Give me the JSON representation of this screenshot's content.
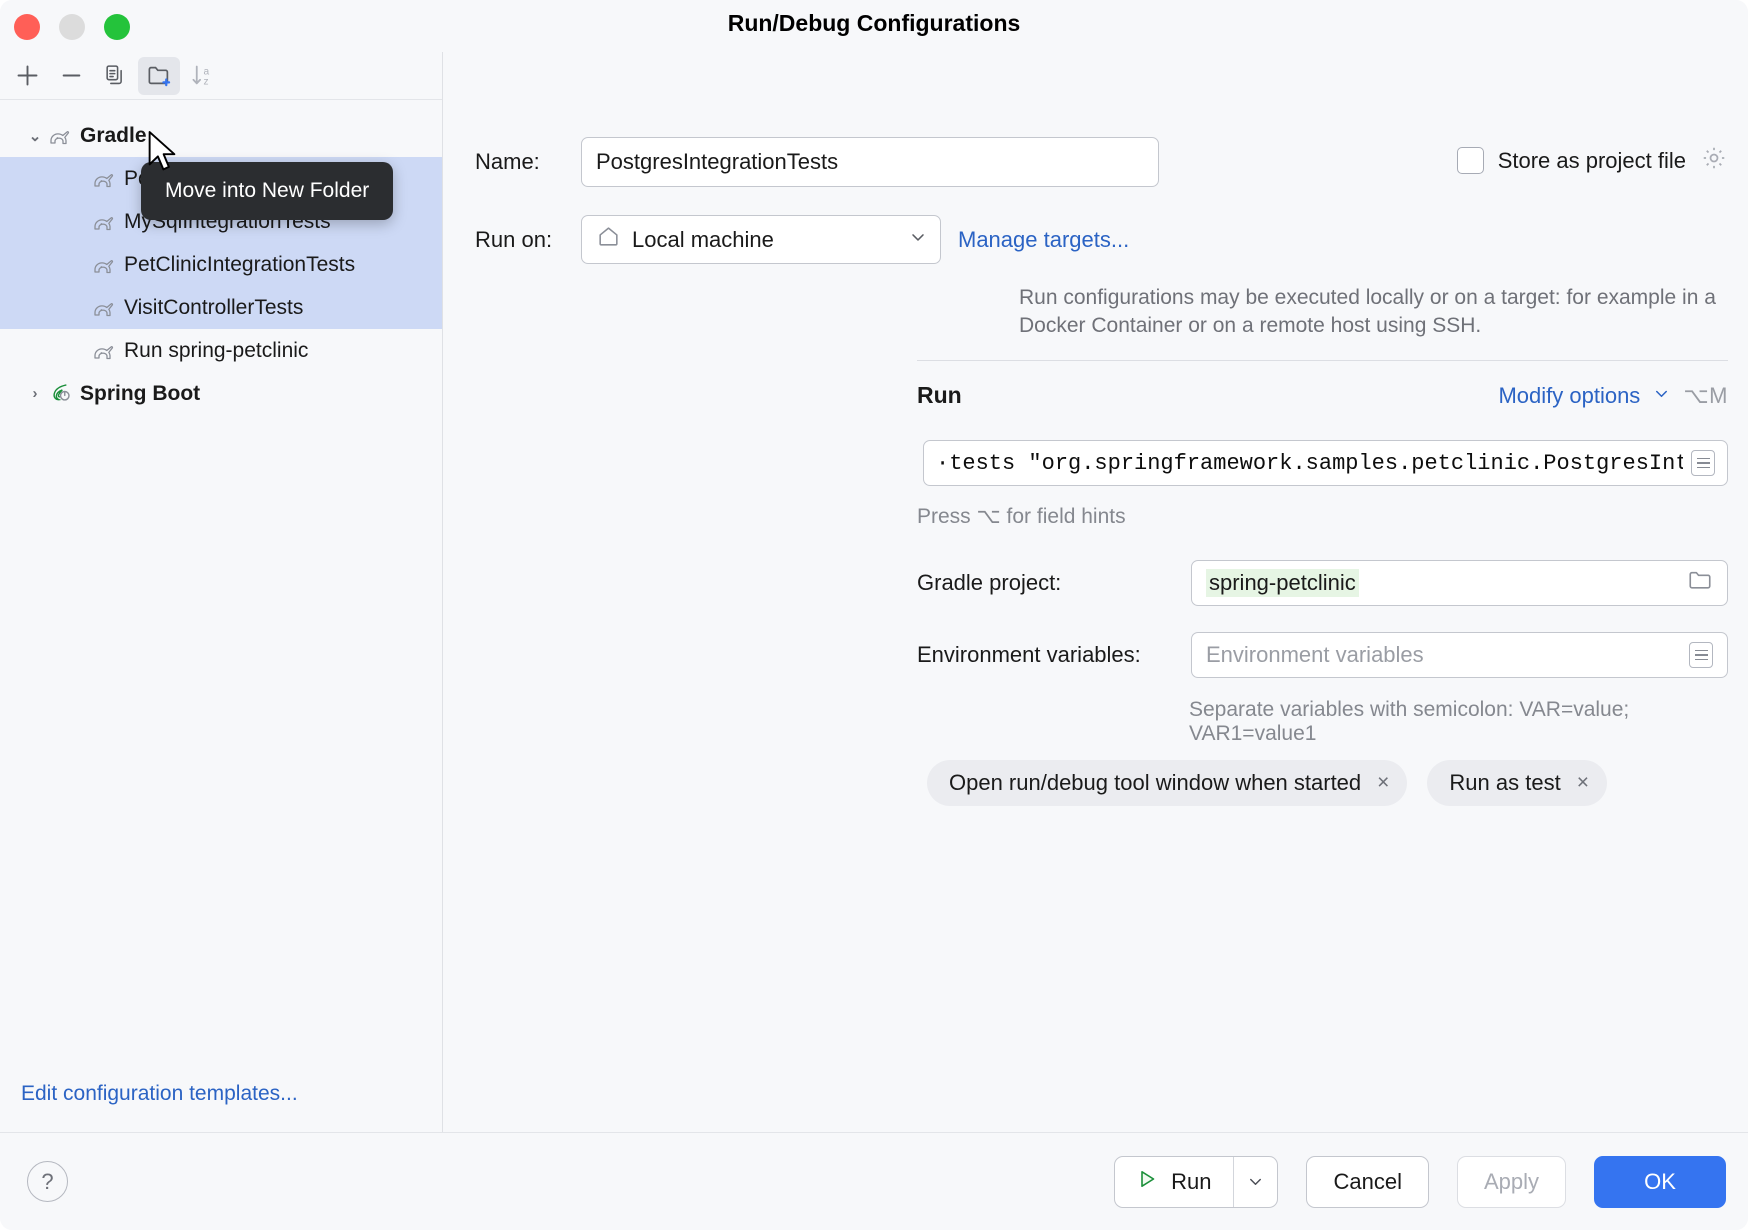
{
  "window": {
    "title": "Run/Debug Configurations",
    "traffic": [
      "close",
      "minimize",
      "maximize"
    ]
  },
  "toolbar": {
    "add_label": "+",
    "remove_label": "−",
    "copy_label": "copy-configuration",
    "folder_label": "move-into-new-folder",
    "sort_label": "sort-alphabetically"
  },
  "tooltip": {
    "text": "Move into New Folder"
  },
  "tree": {
    "nodes": [
      {
        "label": "Gradle",
        "type": "group",
        "expanded": true,
        "arrow": "⌄",
        "icon": "gradle-icon",
        "selected": false
      },
      {
        "label": "PostgresIntegrationTests",
        "type": "child",
        "icon": "gradle-icon",
        "selected": true
      },
      {
        "label": "MySqlIntegrationTests",
        "type": "child",
        "icon": "gradle-icon",
        "selected": true
      },
      {
        "label": "PetClinicIntegrationTests",
        "type": "child",
        "icon": "gradle-icon",
        "selected": true
      },
      {
        "label": "VisitControllerTests",
        "type": "child",
        "icon": "gradle-icon",
        "selected": true
      },
      {
        "label": "Run spring-petclinic",
        "type": "child",
        "icon": "gradle-icon",
        "selected": false
      },
      {
        "label": "Spring Boot",
        "type": "group",
        "expanded": false,
        "arrow": "›",
        "icon": "spring-boot-icon",
        "selected": false
      }
    ],
    "edit_templates": "Edit configuration templates..."
  },
  "form": {
    "name_label": "Name:",
    "name_value": "PostgresIntegrationTests",
    "store_as_project_file": "Store as project file",
    "store_checked": false,
    "run_on_label": "Run on:",
    "run_on_value": "Local machine",
    "manage_targets": "Manage targets...",
    "target_hint": "Run configurations may be executed locally or on a target: for example in a Docker Container or on a remote host using SSH.",
    "run_section_title": "Run",
    "modify_options": "Modify options",
    "modify_shortcut": "⌥M",
    "command_value": "·tests \"org.springframework.samples.petclinic.PostgresIntegrationTests\"",
    "press_hint": "Press ⌥ for field hints",
    "gradle_project_label": "Gradle project:",
    "gradle_project_value": "spring-petclinic",
    "env_label": "Environment variables:",
    "env_placeholder": "Environment variables",
    "env_hint": "Separate variables with semicolon: VAR=value; VAR1=value1",
    "chips": [
      {
        "label": "Open run/debug tool window when started",
        "close": "×"
      },
      {
        "label": "Run as test",
        "close": "×"
      }
    ]
  },
  "footer": {
    "help": "?",
    "run": "Run",
    "run_dropdown": "⌄",
    "cancel": "Cancel",
    "apply": "Apply",
    "ok": "OK"
  },
  "colors": {
    "accent": "#3574f0",
    "link": "#2b63c4",
    "selection": "#cdd9f5",
    "tooltip_bg": "#2b2d30",
    "highlight_green": "#e6f5e4"
  }
}
